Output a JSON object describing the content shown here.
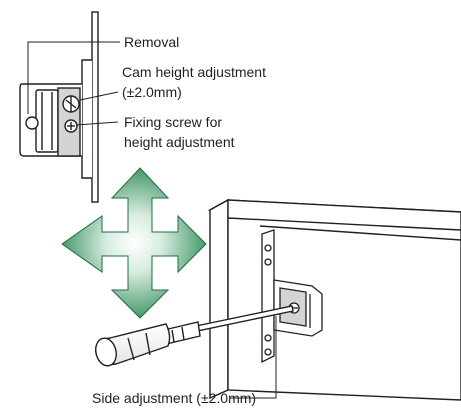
{
  "labels": {
    "removal": "Removal",
    "cam_height_line1": "Cam height adjustment",
    "cam_height_line2": "(±2.0mm)",
    "fixing_screw_line1": "Fixing screw for",
    "fixing_screw_line2": "height adjustment",
    "side_adjustment": "Side adjustment (±2.0mm)"
  },
  "colors": {
    "line": "#231f20",
    "part_gray": "#d4d4d4",
    "arrow_green": "#2e8b57"
  },
  "icons": [
    "adjustment-arrows-icon",
    "screwdriver-icon",
    "screw-head-icon"
  ]
}
